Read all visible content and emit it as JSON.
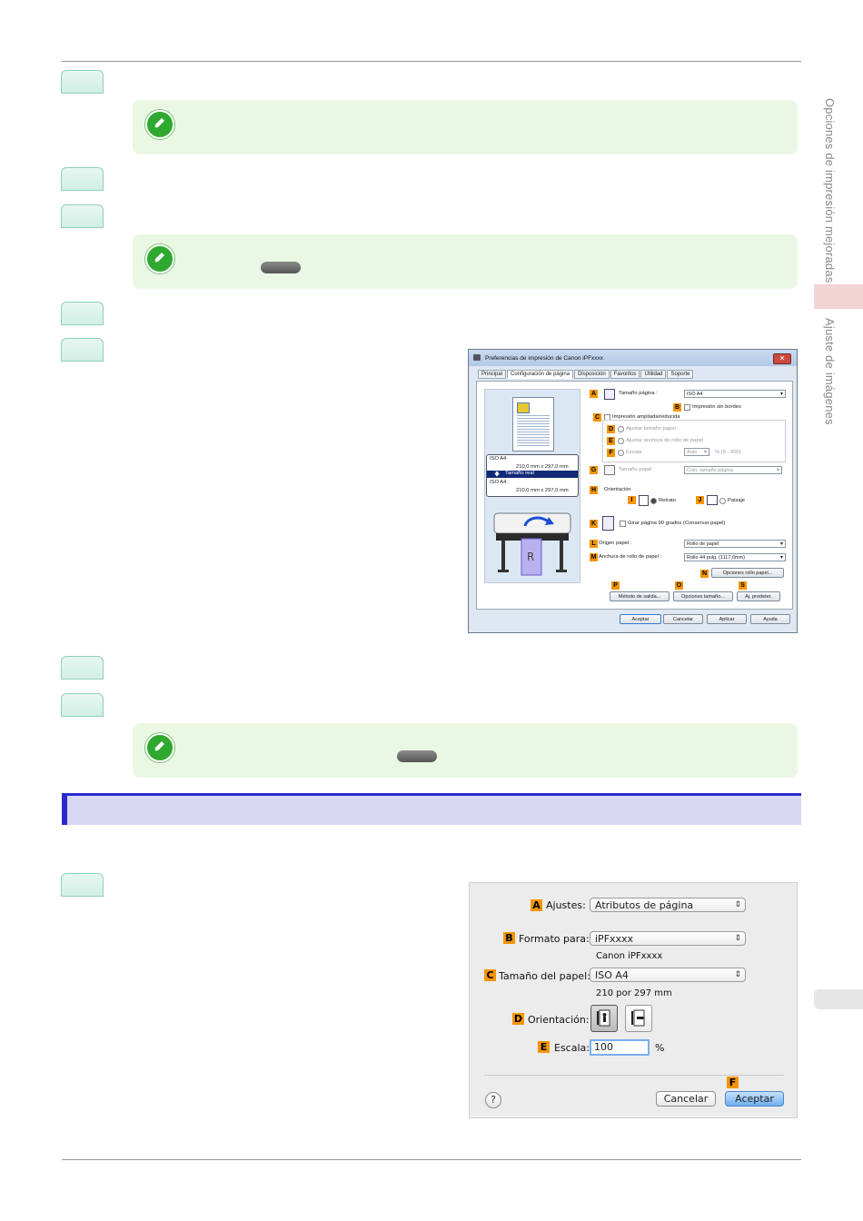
{
  "sidebar": {
    "label_top": "Opciones de impresión mejoradas",
    "label_bottom": "Ajuste de imágenes"
  },
  "colors": {
    "step_tab": "#d2efe5",
    "note_bg": "#eaf8e3",
    "section_bar": "#d8d8f5",
    "section_accent": "#2a2ad0",
    "label_orange": "#f39500",
    "side_tab_pink": "#f3d4d4"
  },
  "icons": {
    "note": "pencil-icon",
    "help": "help-icon"
  },
  "win_dialog": {
    "title": "Preferencias de impresión de Canon iPFxxxx",
    "close": "✕",
    "tabs": [
      "Principal",
      "Configuración de página",
      "Disposición",
      "Favoritos",
      "Utilidad",
      "Soporte"
    ],
    "preview": {
      "size1": "ISO A4",
      "dim1": "210,0 mm x 297,0 mm",
      "arrow": "Tamaño real",
      "size2": "ISO A4 :",
      "dim2": "210,0 mm x 297,0 mm"
    },
    "labels": {
      "A": "A",
      "B": "B",
      "C": "C",
      "D": "D",
      "E": "E",
      "F": "F",
      "G": "G",
      "H": "H",
      "I": "I",
      "J": "J",
      "K": "K",
      "L": "L",
      "M": "M",
      "N": "N",
      "P": "P",
      "O": "O",
      "S": "S"
    },
    "page_size_label": "Tamaño página :",
    "page_size_value": "ISO A4",
    "borderless": "Impresión sin bordes",
    "enlarged": "Impresión ampliada/reducida",
    "fit_paper": "Ajustar tamaño papel",
    "fit_roll": "Ajustar anchura de rollo de papel",
    "scale": "Escala",
    "scale_value": "Auto",
    "scale_range": "% (5 - 600)",
    "paper_size_label": "Tamaño papel :",
    "paper_size_value": "Coin. tamaño página",
    "orientation": "Orientación",
    "portrait": "Retrato",
    "landscape": "Paisaje",
    "rotate": "Girar página 90 grados (Conservar papel)",
    "paper_source_label": "Origen papel :",
    "paper_source_value": "Rollo de papel",
    "roll_width_label": "Anchura de rollo de papel :",
    "roll_width_value": "Rollo 44 pulg. (1117,6mm)",
    "roll_options": "Opciones rollo papel...",
    "output_method": "Método de salida...",
    "size_options": "Opciones tamaño...",
    "ai_predet": "Aj. predeter.",
    "ok": "Aceptar",
    "cancel": "Cancelar",
    "apply": "Aplicar",
    "help": "Ayuda"
  },
  "mac_dialog": {
    "labels": {
      "A": "A",
      "B": "B",
      "C": "C",
      "D": "D",
      "E": "E",
      "F": "F"
    },
    "settings_label": "Ajustes:",
    "settings_value": "Atributos de página",
    "format_label": "Formato para:",
    "format_value": "iPFxxxx",
    "format_sub": "Canon iPFxxxx",
    "paper_label": "Tamaño del papel:",
    "paper_value": "ISO A4",
    "paper_sub": "210 por 297 mm",
    "orientation_label": "Orientación:",
    "scale_label": "Escala:",
    "scale_value": "100",
    "percent": "%",
    "help": "?",
    "cancel": "Cancelar",
    "ok": "Aceptar"
  }
}
